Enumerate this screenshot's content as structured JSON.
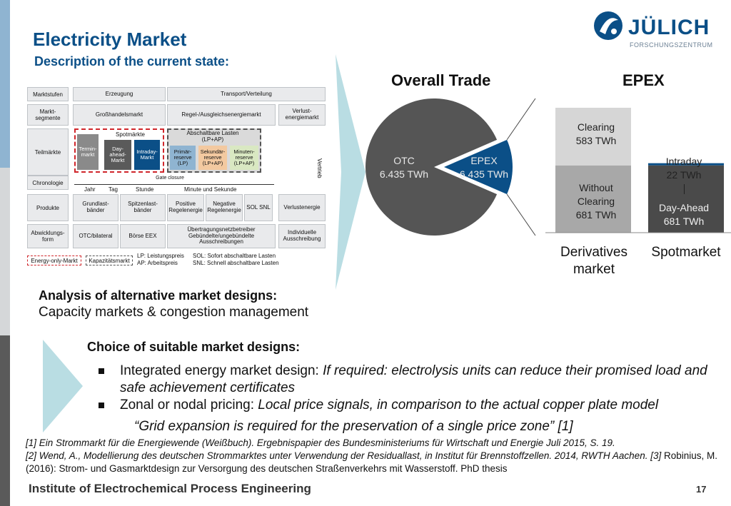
{
  "header": {
    "title": "Electricity Market",
    "subtitle": "Description of the current state:",
    "logo_name": "JÜLICH",
    "logo_subtitle": "FORSCHUNGSZENTRUM"
  },
  "market_table": {
    "row_labels": [
      "Marktstufen",
      "Markt-segmente",
      "Teilmärkte",
      "Chronologie",
      "Produkte",
      "Abwicklungs-form"
    ],
    "col_headers": [
      "Erzeugung",
      "Transport/Verteilung"
    ],
    "segments": [
      "Großhandelsmarkt",
      "Regel-/Ausgleichsenergiemarkt",
      "Verlust-energiemarkt"
    ],
    "spot_label": "Spotmärkte",
    "termin": "Termin-markt",
    "day_ahead": "Day-ahead-Markt",
    "intraday": "Intraday-Markt",
    "abschaltbare": "Abschaltbare Lasten (LP+AP)",
    "primaer": "Primär-reserve (LP)",
    "sekundaer": "Sekundär-reserve (LP+AP)",
    "minuten": "Minuten-reserve (LP+AP)",
    "vertrieb": "Vertrieb",
    "gate_closure": "Gate closure",
    "chronology": [
      "Jahr",
      "Tag",
      "Stunde",
      "Minute und Sekunde"
    ],
    "products": [
      "Grundlast-bänder",
      "Spitzenlast-bänder",
      "Positive Regelenergie",
      "Negative Regelenergie",
      "SOL SNL",
      "Verlustenergie"
    ],
    "settlement": [
      "OTC/bilateral",
      "Börse EEX",
      "Übertragungsnetzbetreiber Gebündelte/ungebündelte Ausschreibungen",
      "Individuelle Ausschreibung"
    ],
    "legend": [
      "Energy-only-Markt",
      "Kapazitätsmarkt"
    ],
    "legend_notes": [
      "LP: Leistungspreis",
      "AP: Arbeitspreis",
      "SOL: Sofort abschaltbare Lasten",
      "SNL: Schnell abschaltbare Lasten"
    ]
  },
  "chart_data": [
    {
      "type": "pie",
      "title": "Overall Trade",
      "slices": [
        {
          "label": "OTC",
          "value_text": "6.435 TWh",
          "fraction": 0.87,
          "color": "#555555"
        },
        {
          "label": "EPEX",
          "value_text": "6.435 TWh",
          "fraction": 0.13,
          "color": "#0b4f87"
        }
      ]
    },
    {
      "type": "bar",
      "title": "EPEX",
      "categories": [
        "Derivatives market",
        "Spotmarket"
      ],
      "series": [
        {
          "name": "Without Clearing",
          "values": [
            681,
            0
          ],
          "color": "#a8a8a8"
        },
        {
          "name": "Clearing",
          "values": [
            583,
            0
          ],
          "color": "#d6d6d6"
        },
        {
          "name": "Day-Ahead",
          "values": [
            0,
            681
          ],
          "color": "#4a4a4a"
        },
        {
          "name": "Intraday",
          "values": [
            0,
            22
          ],
          "color": "#0b4f87"
        }
      ],
      "bar_labels": {
        "clearing": [
          "Clearing",
          "583 TWh"
        ],
        "without_clearing": [
          "Without",
          "Clearing",
          "681 TWh"
        ],
        "day_ahead": [
          "Day-Ahead",
          "681 TWh"
        ],
        "intraday": [
          "Intraday",
          "22 TWh"
        ]
      },
      "ylim": [
        0,
        1300
      ]
    }
  ],
  "analysis": {
    "heading": "Analysis of alternative market designs:",
    "text": "Capacity markets & congestion management"
  },
  "choice": {
    "heading": "Choice of suitable market designs:",
    "bullets": [
      {
        "lead": "Integrated energy market design: ",
        "italic": "If required: electrolysis units can reduce their promised load and safe achievement certificates"
      },
      {
        "lead": "Zonal or nodal pricing: ",
        "italic": "Local price signals, in comparison to the actual copper plate model"
      }
    ],
    "quote": "“Grid expansion is required for the preservation of a single price zone” [1]"
  },
  "references": {
    "r1": "[1] Ein Strommarkt für die Energiewende (Weißbuch). Ergebnispapier des Bundesministeriums für Wirtschaft und Energie Juli 2015, S. 19.",
    "r2": "[2] Wend, A., Modellierung des deutschen Strommarktes unter Verwendung der Residuallast, in Institut für Brennstoffzellen. 2014, RWTH Aachen.",
    "r3_tag": "[3]",
    "r3": " Robinius, M. (2016): Strom- und Gasmarktdesign zur Versorgung des deutschen Straßenverkehrs mit Wasserstoff. PhD thesis"
  },
  "footer": {
    "institute": "Institute of Electrochemical Process Engineering",
    "page": "17"
  },
  "colors": {
    "brand": "#0b4f87",
    "arrow": "#b9dde3",
    "bar_blue": "#8fb4d1",
    "bar_gray": "#5a5a5a"
  }
}
